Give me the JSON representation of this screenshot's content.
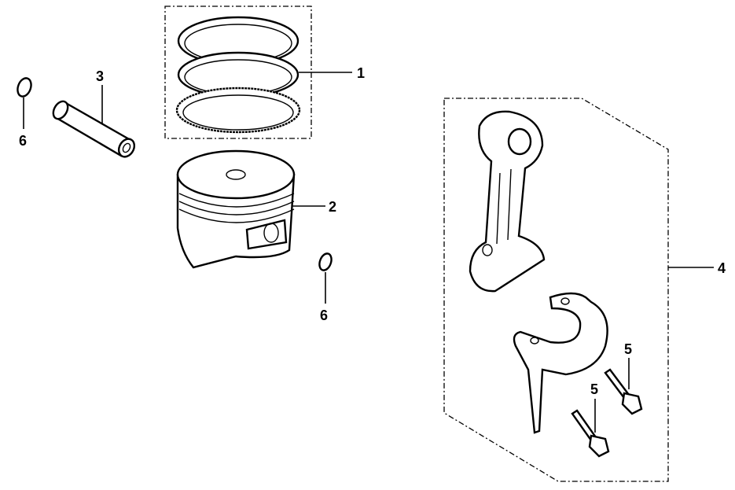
{
  "callouts": {
    "piston_ring_set": "1",
    "piston": "2",
    "piston_pin": "3",
    "connecting_rod_set": "4",
    "rod_bolt_a": "5",
    "rod_bolt_b": "5",
    "pin_clip_a": "6",
    "pin_clip_b": "6"
  }
}
